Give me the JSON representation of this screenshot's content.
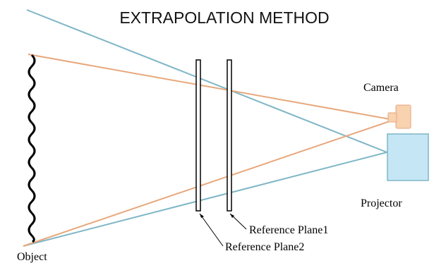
{
  "title": "EXTRAPOLATION METHOD",
  "labels": {
    "camera": "Camera",
    "projector": "Projector",
    "object": "Object",
    "reference_plane_1": "Reference Plane1",
    "reference_plane_2": "Reference Plane2"
  },
  "colors": {
    "camera_rays": "#e8a87c",
    "projector_rays": "#7fb6c6",
    "camera_body": "#f9d2b0",
    "camera_body_stroke": "#e6a57d",
    "projector_body": "#c5e6f4",
    "projector_body_stroke": "#7fb6c6",
    "object_curve": "#000000",
    "reference_plane": "#000000"
  }
}
